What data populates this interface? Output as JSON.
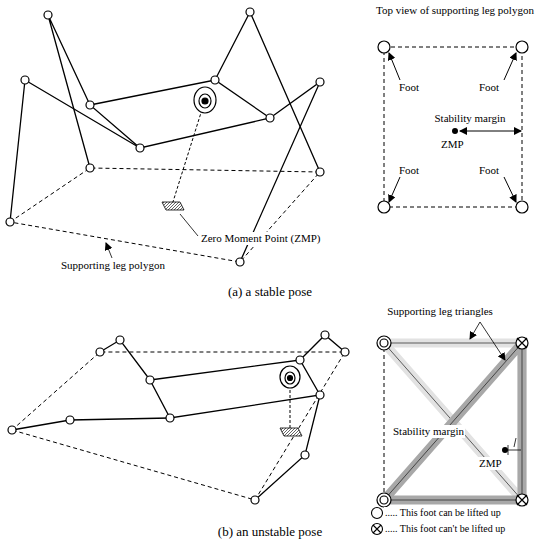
{
  "diagram": {
    "labels": [
      "Top view of supporting leg polygon",
      "Foot",
      "Foot",
      "Zero Moment Point (ZMP)",
      "Stability margin",
      "ZMP",
      "Foot",
      "Foot",
      "Supporting leg polygon",
      "(a) a stable pose",
      "Supporting leg triangles",
      "Stability margin",
      "ZMP",
      "(b) an unstable pose"
    ],
    "legend": [
      {
        "text": "..... This foot can be lifted up"
      },
      {
        "text": "..... This foot can't be lifted up"
      }
    ]
  }
}
